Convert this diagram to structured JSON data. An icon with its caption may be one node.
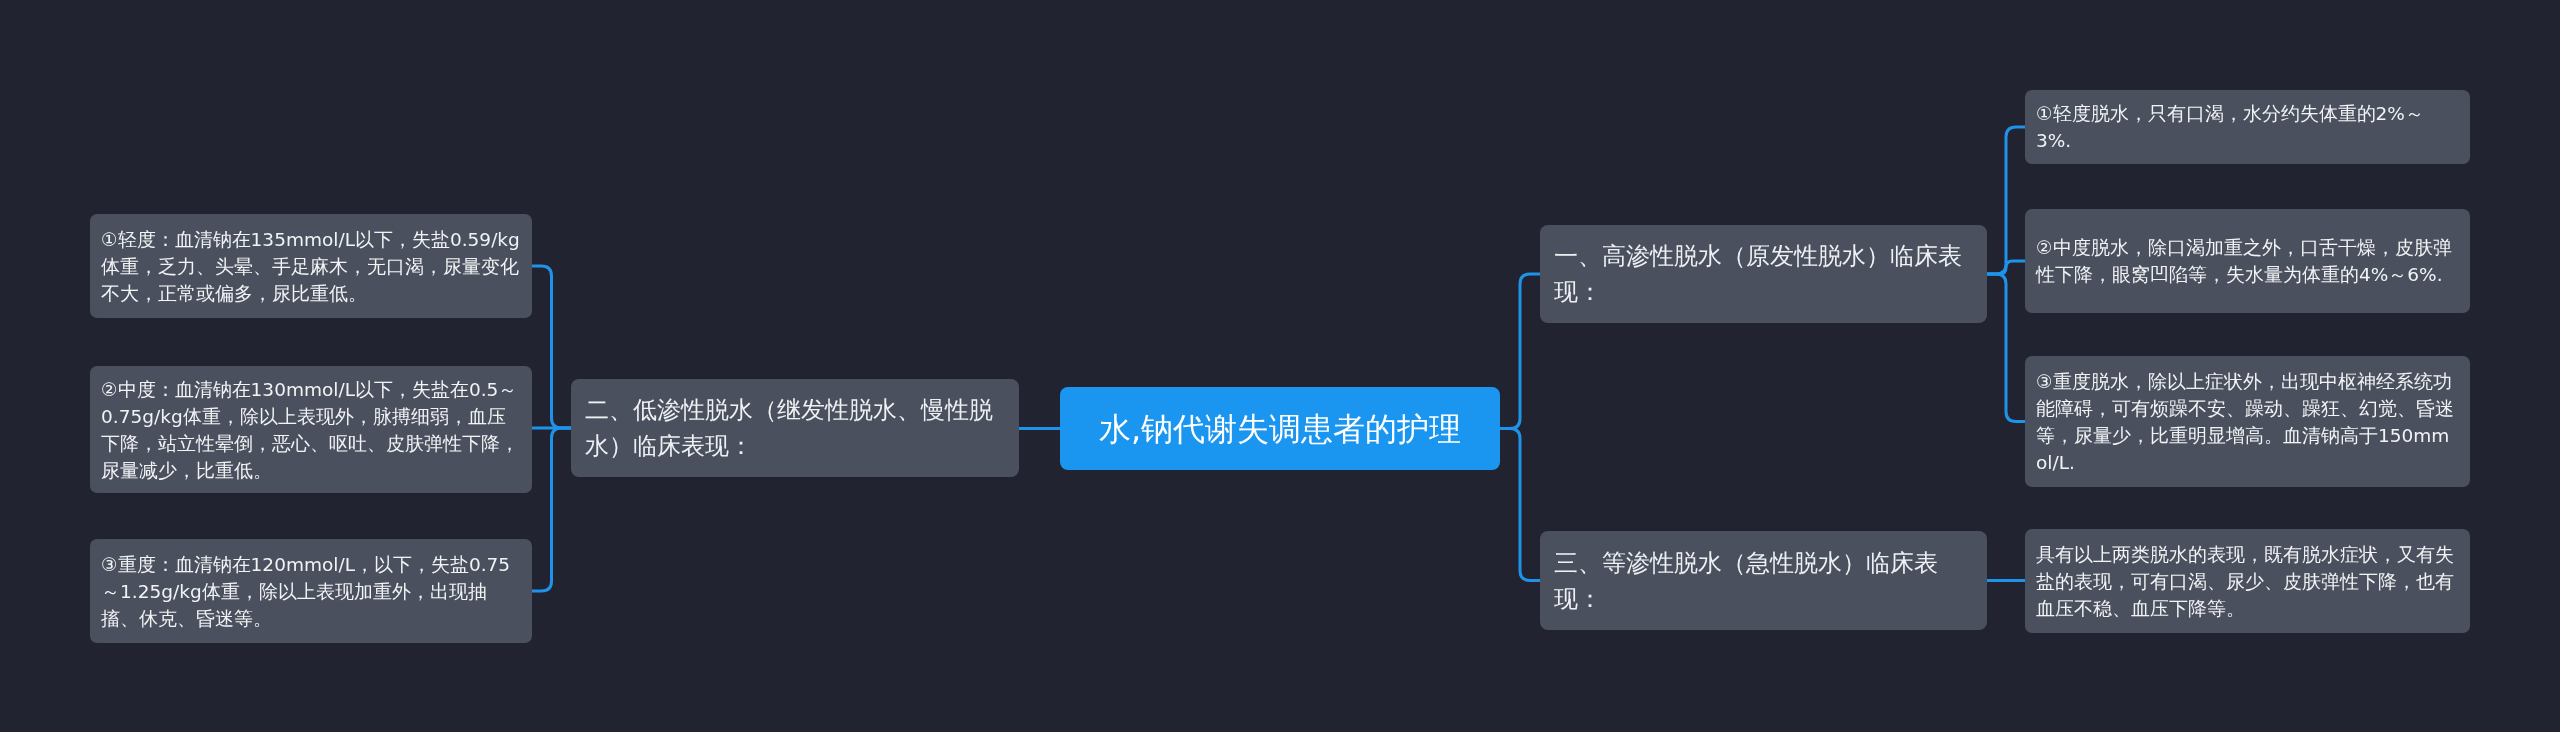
{
  "diagram": {
    "nodes": [
      {
        "text": [
          "水,钠代谢失调患者的护理"
        ]
      },
      {
        "text": [
          "一、高渗性脱水（原发性脱水）临床表现："
        ]
      },
      {
        "text": [
          "①轻度脱水，只有口渴，水分约失体重的2%～3%."
        ]
      },
      {
        "text": [
          "②中度脱水，除口渴加重之外，口舌干燥，皮肤弹性下降，眼窝凹陷等，失水量为体重的4%～6%."
        ]
      },
      {
        "text": [
          "③重度脱水，除以上症状外，出现中枢神经系统功能障碍，可有烦躁不安、躁动、躁狂、幻觉、昏迷等，尿量少，比重明显增高。血清钠高于150mmol/L."
        ]
      },
      {
        "text": [
          "三、等渗性脱水（急性脱水）临床表现："
        ]
      },
      {
        "text": [
          "具有以上两类脱水的表现，既有脱水症状，又有失盐的表现，可有口渴、尿少、皮肤弹性下降，也有血压不稳、血压下降等。"
        ]
      },
      {
        "text": [
          "二、低渗性脱水（继发性脱水、慢性脱水）临床表现："
        ]
      },
      {
        "text": [
          "①轻度：血清钠在135mmol/L以下，失盐0.59/kg体重，乏力、头晕、手足麻木，无口渴，尿量变化不大，正常或偏多，尿比重低。"
        ]
      },
      {
        "text": [
          "②中度：血清钠在130mmol/L以下，失盐在0.5～0.75g/kg体重，除以上表现外，脉搏细弱，血压下降，站立性晕倒，恶心、呕吐、皮肤弹性下降，尿量减少，比重低。"
        ]
      },
      {
        "text": [
          "③重度：血清钠在120mmol/L，以下，失盐0.75～1.25g/kg体重，除以上表现加重外，出现抽搐、休克、昏迷等。"
        ]
      }
    ],
    "edges": [
      {
        "from": 0,
        "to": 1,
        "arrow": "none"
      },
      {
        "from": 1,
        "to": 2,
        "arrow": "none"
      },
      {
        "from": 1,
        "to": 3,
        "arrow": "none"
      },
      {
        "from": 1,
        "to": 4,
        "arrow": "none"
      },
      {
        "from": 0,
        "to": 5,
        "arrow": "none"
      },
      {
        "from": 5,
        "to": 6,
        "arrow": "none"
      },
      {
        "from": 0,
        "to": 7,
        "arrow": "none"
      },
      {
        "from": 7,
        "to": 8,
        "arrow": "none"
      },
      {
        "from": 7,
        "to": 9,
        "arrow": "none"
      },
      {
        "from": 7,
        "to": 10,
        "arrow": "none"
      }
    ]
  }
}
